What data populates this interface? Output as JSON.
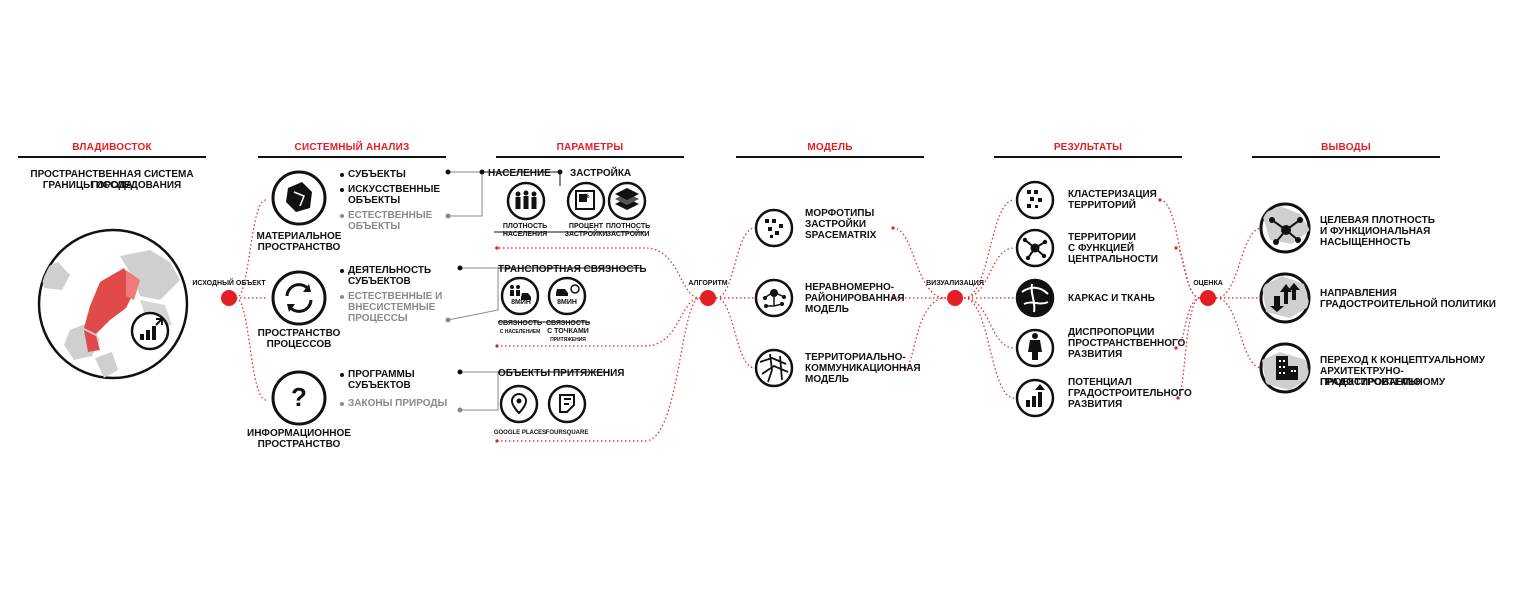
{
  "columns": {
    "vladivostok": "ВЛАДИВОСТОК",
    "system_analysis": "СИСТЕМНЫЙ АНАЛИЗ",
    "parameters": "ПАРАМЕТРЫ",
    "model": "МОДЕЛЬ",
    "results": "РЕЗУЛЬТАТЫ",
    "conclusions": "ВЫВОДЫ"
  },
  "vladivostok": {
    "line1": "ПРОСТРАНСТВЕННАЯ СИСТЕМА ГОРОДА",
    "line2": "ГРАНИЦЫ ИССЛЕДОВАНИЯ"
  },
  "nodes": {
    "source": "ИСХОДНЫЙ ОБЪЕКТ",
    "algorithm": "АЛГОРИТМ",
    "visualization": "ВИЗУАЛИЗАЦИЯ",
    "evaluation": "ОЦЕНКА"
  },
  "analysis": {
    "material": {
      "l1": "МАТЕРИАЛЬНОЕ",
      "l2": "ПРОСТРАНСТВО"
    },
    "process": {
      "l1": "ПРОСТРАНСТВО",
      "l2": "ПРОЦЕССОВ"
    },
    "info": {
      "l1": "ИНФОРМАЦИОННОЕ",
      "l2": "ПРОСТРАНСТВО",
      "glyph": "?"
    },
    "list1": {
      "a": "СУБЪЕКТЫ",
      "b1": "ИСКУССТВЕННЫЕ",
      "b2": "ОБЪЕКТЫ",
      "c1": "ЕСТЕСТВЕННЫЕ",
      "c2": "ОБЪЕКТЫ"
    },
    "list2": {
      "a1": "ДЕЯТЕЛЬНОСТЬ",
      "a2": "СУБЪЕКТОВ",
      "b1": "ЕСТЕСТВЕННЫЕ И",
      "b2": "ВНЕСИСТЕМНЫЕ",
      "b3": "ПРОЦЕССЫ"
    },
    "list3": {
      "a1": "ПРОГРАММЫ",
      "a2": "СУБЪЕКТОВ",
      "b": "ЗАКОНЫ ПРИРОДЫ"
    }
  },
  "params": {
    "population": "НАСЕЛЕНИЕ",
    "buildup": "ЗАСТРОЙКА",
    "pop_density": {
      "l1": "ПЛОТНОСТЬ",
      "l2": "НАСЕЛЕНИЯ"
    },
    "build_pct": {
      "l1": "ПРОЦЕНТ",
      "l2": "ЗАСТРОЙКИ"
    },
    "build_density": {
      "l1": "ПЛОТНОСТЬ",
      "l2": "ЗАСТРОЙКИ"
    },
    "transport": "ТРАНСПОРТНАЯ СВЯЗНОСТЬ",
    "conn_pop": {
      "l1": "СВЯЗНОСТЬ",
      "l2": "С НАСЕЛЕНИЕМ"
    },
    "conn_pts": {
      "l1": "СВЯЗНОСТЬ",
      "l2": "С ТОЧКАМИ",
      "l3": "ПРИТЯЖЕНИЯ"
    },
    "minutes": "8МИН",
    "attraction": "ОБЪЕКТЫ ПРИТЯЖЕНИЯ",
    "google": "GOOGLE PLACES",
    "foursquare": "FOURSQUARE",
    "percent": "%"
  },
  "model": {
    "m1": {
      "l1": "МОРФОТИПЫ",
      "l2": "ЗАСТРОЙКИ",
      "l3": "SPACEMATRIX"
    },
    "m2": {
      "l1": "НЕРАВНОМЕРНО-",
      "l2": "РАЙОНИРОВАННАЯ",
      "l3": "МОДЕЛЬ"
    },
    "m3": {
      "l1": "ТЕРРИТОРИАЛЬНО-",
      "l2": "КОММУНИКАЦИОННАЯ",
      "l3": "МОДЕЛЬ"
    }
  },
  "results": {
    "r1": {
      "l1": "КЛАСТЕРИЗАЦИЯ",
      "l2": "ТЕРРИТОРИЙ"
    },
    "r2": {
      "l1": "ТЕРРИТОРИИ",
      "l2": "С ФУНКЦИЕЙ",
      "l3": "ЦЕНТРАЛЬНОСТИ"
    },
    "r3": {
      "l1": "КАРКАС И ТКАНЬ"
    },
    "r4": {
      "l1": "ДИСПРОПОРЦИИ",
      "l2": "ПРОСТРАНСТВЕННОГО",
      "l3": "РАЗВИТИЯ"
    },
    "r5": {
      "l1": "ПОТЕНЦИАЛ",
      "l2": "ГРАДОСТРОИТЕЛЬНОГО",
      "l3": "РАЗВИТИЯ"
    }
  },
  "conclusions": {
    "c1": {
      "l1": "ЦЕЛЕВАЯ ПЛОТНОСТЬ",
      "l2": "И ФУНКЦИОНАЛЬНАЯ НАСЫЩЕННОСТЬ"
    },
    "c2": {
      "l1": "НАПРАВЛЕНИЯ",
      "l2": "ГРАДОСТРОИТЕЛЬНОЙ ПОЛИТИКИ"
    },
    "c3": {
      "l1": "ПЕРЕХОД К КОНЦЕПТУАЛЬНОМУ",
      "l2": "АРХИТЕКТРУНО-ГРАДОСТРОИТЕЛЬНОМУ",
      "l3": "ПРОЕКТИРОВАНИЮ"
    }
  },
  "colors": {
    "accent": "#e31e24",
    "ink": "#111111",
    "muted": "#8a8a8a",
    "map_gray": "#c8c8c8"
  }
}
